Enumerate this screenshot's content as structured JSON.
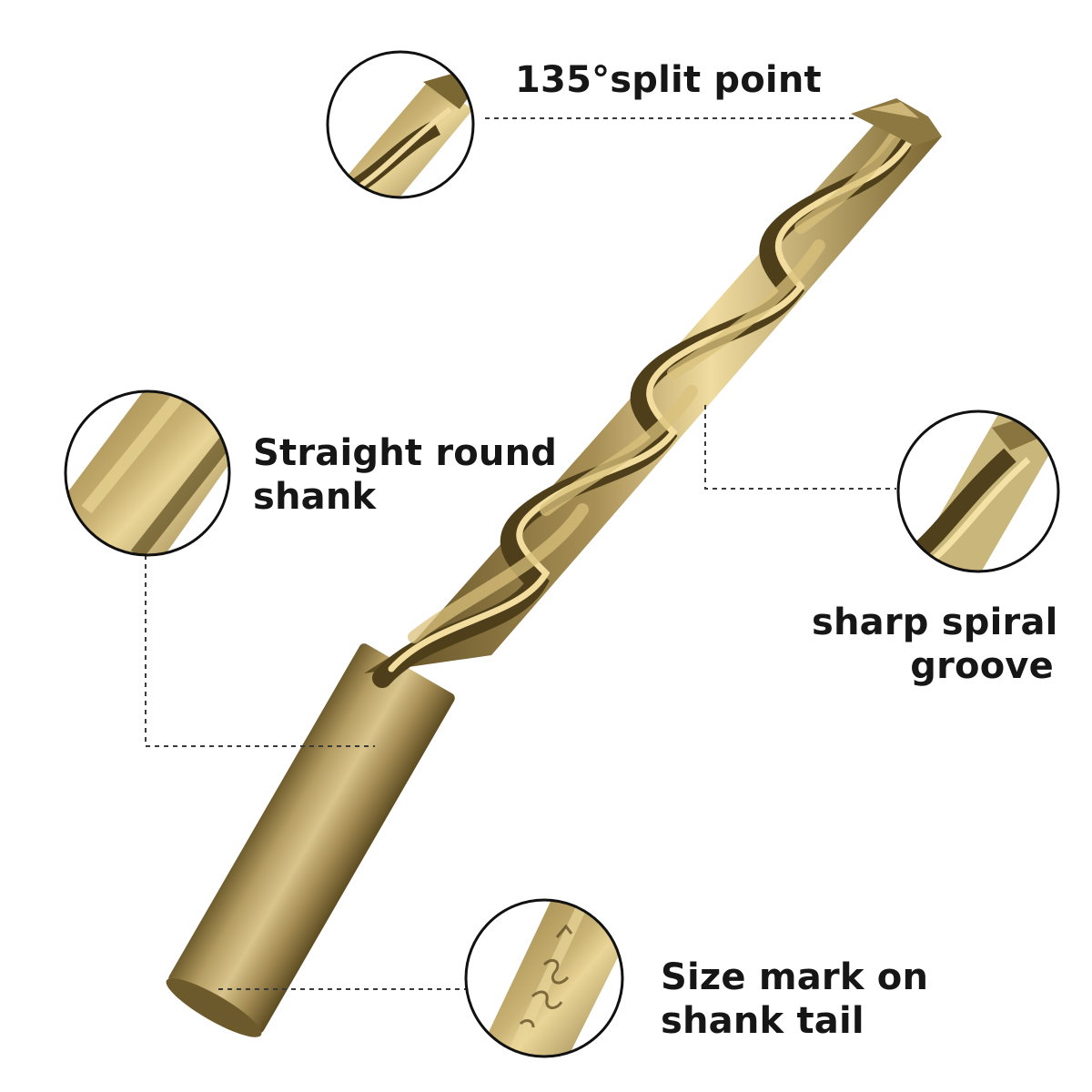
{
  "callouts": {
    "split_point": {
      "lines": [
        "135°split point"
      ],
      "icon": "drill-tip-closeup"
    },
    "shank": {
      "lines": [
        "Straight round",
        "shank"
      ],
      "icon": "shank-closeup"
    },
    "groove": {
      "lines": [
        "sharp spiral",
        "groove"
      ],
      "icon": "spiral-groove-closeup"
    },
    "size_mark": {
      "lines": [
        "Size mark on",
        "shank tail"
      ],
      "icon": "size-mark-closeup"
    }
  },
  "colors": {
    "background": "#ffffff",
    "text": "#161616",
    "circle_border": "#111111",
    "leader_line": "#3a3a3a",
    "metal_dark": "#6e5a2a",
    "metal_mid": "#a88f55",
    "metal_light": "#e0c98a",
    "metal_shine": "#f4e3ad"
  }
}
